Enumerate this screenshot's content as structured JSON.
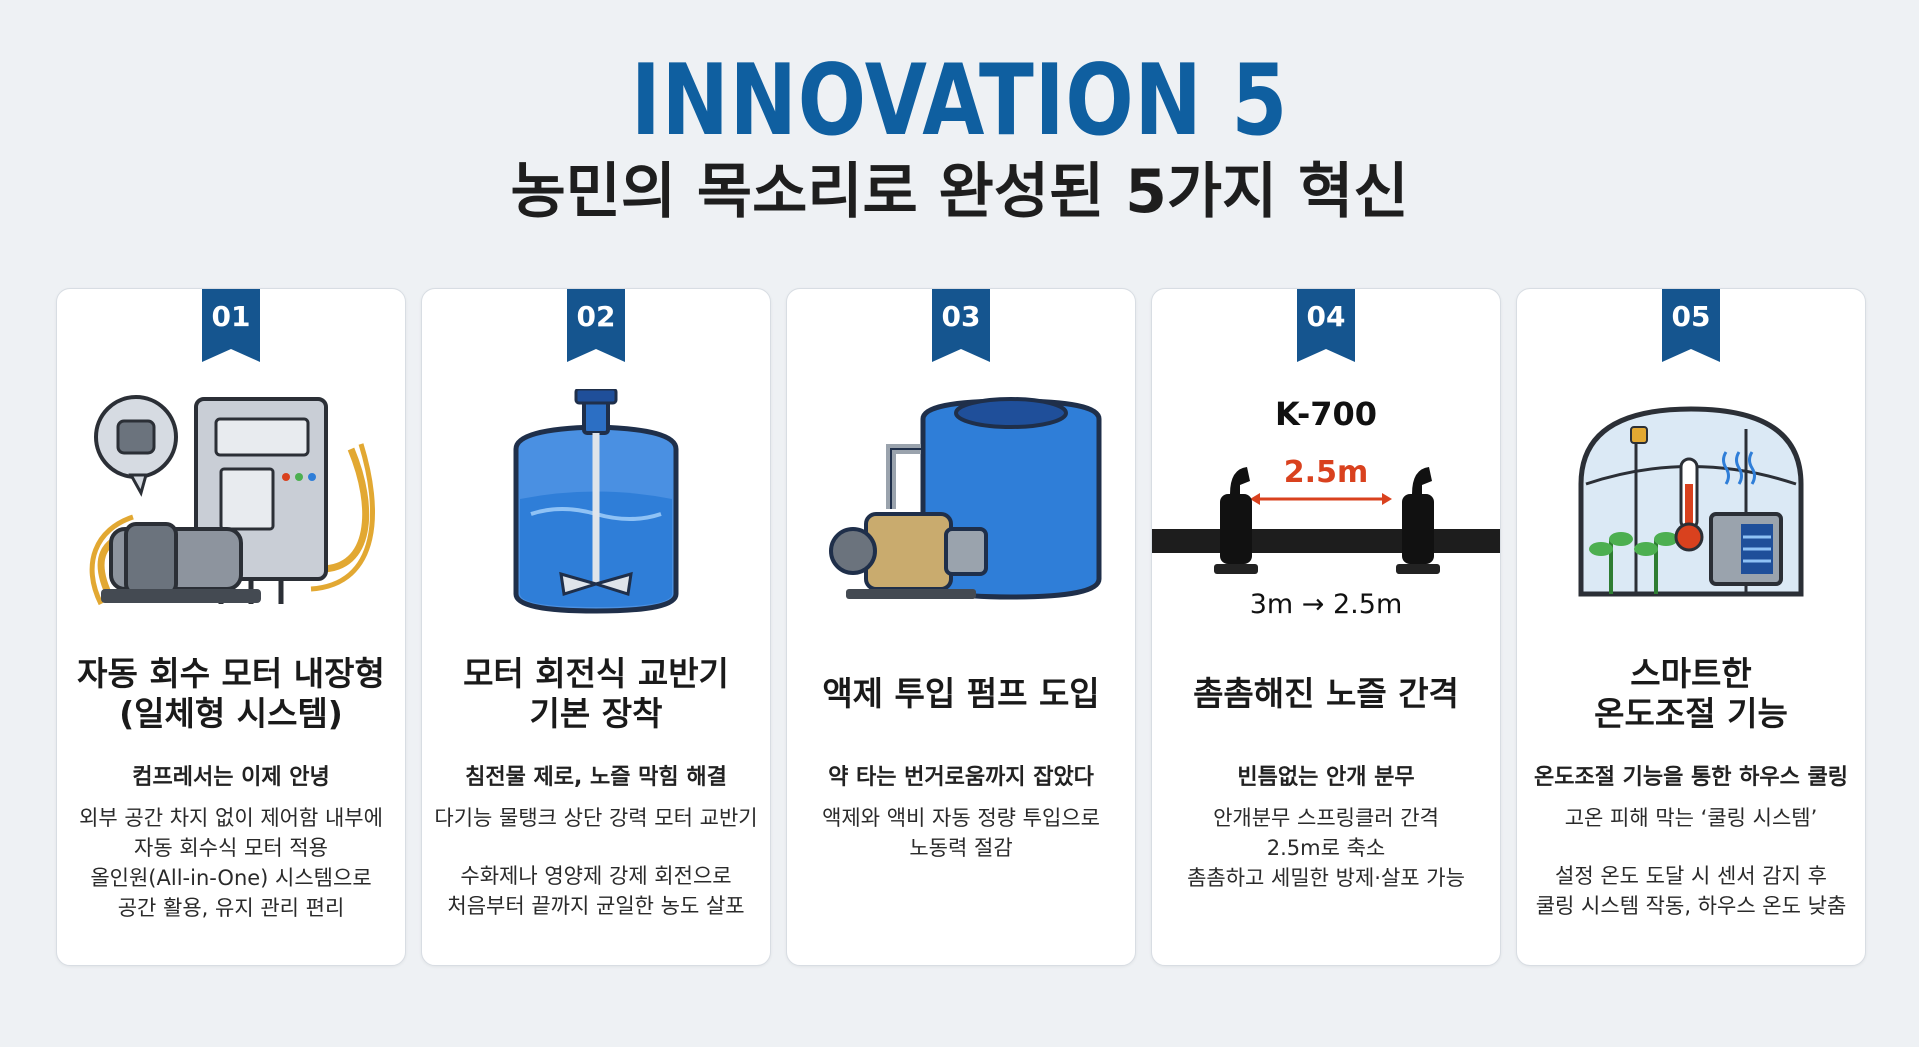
{
  "header": {
    "title": "INNOVATION 5",
    "subtitle": "농민의 목소리로 완성된 5가지 혁신"
  },
  "colors": {
    "accent": "#0f5fa0",
    "ribbon": "#15558f",
    "highlight": "#d9411e",
    "tank_blue": "#2f7ed8"
  },
  "cards": [
    {
      "number": "01",
      "icon": "motor-control-box-icon",
      "title": [
        "자동 회수 모터 내장형",
        "(일체형 시스템)"
      ],
      "subtitle": "컴프레서는 이제 안녕",
      "desc1": [
        "외부 공간 차지 없이 제어함 내부에",
        "자동 회수식 모터 적용",
        "올인원(All-in-One) 시스템으로",
        "공간 활용, 유지 관리 편리"
      ],
      "desc2": []
    },
    {
      "number": "02",
      "icon": "mixing-tank-icon",
      "title": [
        "모터 회전식 교반기",
        "기본 장착"
      ],
      "subtitle": "침전물 제로, 노즐 막힘 해결",
      "desc1": [
        "다기능 물탱크 상단 강력 모터 교반기"
      ],
      "desc2": [
        "수화제나 영양제 강제 회전으로",
        "처음부터 끝까지 균일한 농도 살포"
      ]
    },
    {
      "number": "03",
      "icon": "liquid-pump-tank-icon",
      "title": [
        "액제 투입 펌프 도입"
      ],
      "subtitle": "약 타는 번거로움까지 잡았다",
      "desc1": [
        "액제와 액비 자동 정량 투입으로",
        "노동력 절감"
      ],
      "desc2": []
    },
    {
      "number": "04",
      "icon": "nozzle-pipe-icon",
      "model": "K-700",
      "distance": "2.5m",
      "change": "3m → 2.5m",
      "title": [
        "촘촘해진 노즐 간격"
      ],
      "subtitle": "빈틈없는 안개 분무",
      "desc1": [
        "안개분무 스프링클러 간격",
        "2.5m로 축소",
        "촘촘하고 세밀한 방제·살포 가능"
      ],
      "desc2": []
    },
    {
      "number": "05",
      "icon": "smart-greenhouse-icon",
      "title": [
        "스마트한",
        "온도조절 기능"
      ],
      "subtitle": "온도조절 기능을 통한 하우스 쿨링",
      "desc1": [
        "고온 피해 막는 ‘쿨링 시스템’"
      ],
      "desc2": [
        "설정 온도 도달 시 센서 감지 후",
        "쿨링 시스템 작동, 하우스 온도 낮춤"
      ]
    }
  ]
}
